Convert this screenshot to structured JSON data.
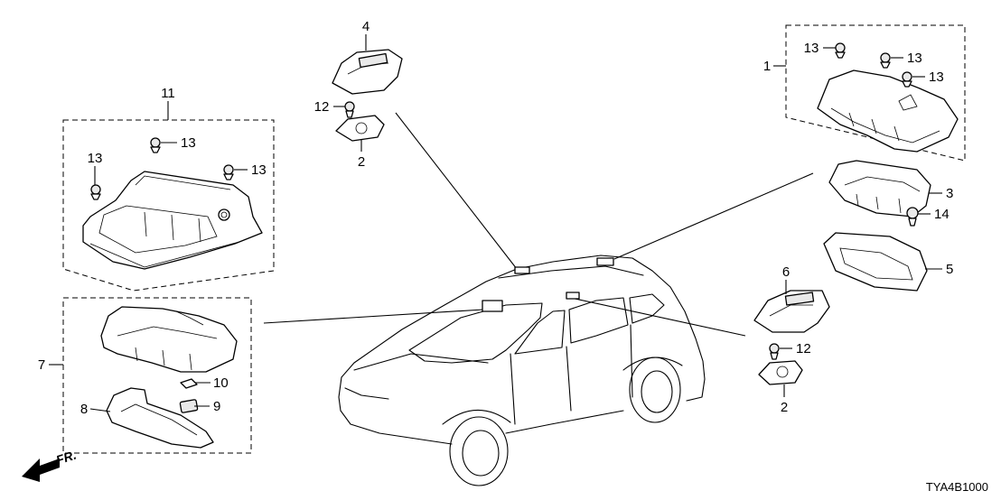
{
  "diagram": {
    "code": "TYA4B1000",
    "direction_label": "FR."
  },
  "callouts": {
    "c1": "1",
    "c2a": "2",
    "c2b": "2",
    "c3": "3",
    "c4": "4",
    "c5": "5",
    "c6": "6",
    "c7": "7",
    "c8": "8",
    "c9": "9",
    "c10": "10",
    "c11": "11",
    "c12a": "12",
    "c12b": "12",
    "c13a": "13",
    "c13b": "13",
    "c13c": "13",
    "c13d": "13",
    "c13e": "13",
    "c13f": "13",
    "c14": "14"
  }
}
